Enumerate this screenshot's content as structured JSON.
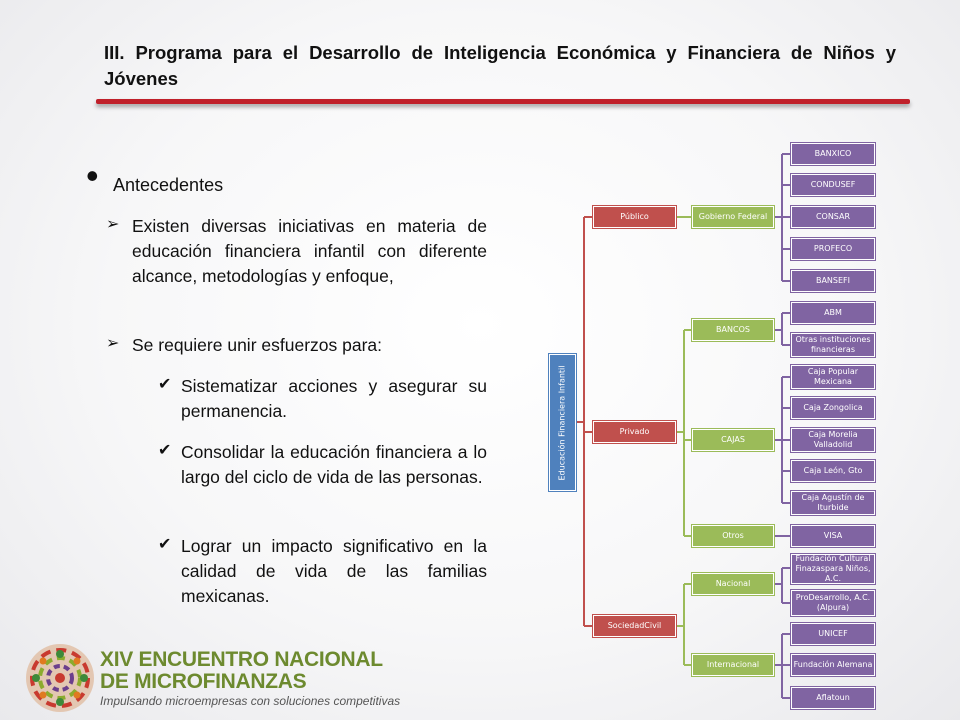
{
  "title": "III. Programa para el Desarrollo de Inteligencia Económica y Financiera de Niños y Jóvenes",
  "section_heading": "Antecedentes",
  "bullets": {
    "b1": "Existen diversas iniciativas en materia de educación financiera infantil con diferente alcance, metodologías y enfoque,",
    "b2": "Se requiere unir esfuerzos para:",
    "c1": "Sistematizar acciones y asegurar su permanencia.",
    "c2": "Consolidar la educación financiera a lo largo del ciclo de vida de las personas.",
    "c3": "Lograr un impacto significativo en la calidad de vida de las familias mexicanas."
  },
  "org": {
    "root": "Educación Financiera Infantil",
    "publico": "Público",
    "privado": "Privado",
    "sociedad": "SociedadCivil",
    "gobierno": "Gobierno Federal",
    "bancos": "BANCOS",
    "cajas": "CAJAS",
    "otros": "Otros",
    "nacional": "Nacional",
    "internacional": "Internacional",
    "banxico": "BANXICO",
    "condusef": "CONDUSEF",
    "consar": "CONSAR",
    "profeco": "PROFECO",
    "bansefi": "BANSEFI",
    "abm": "ABM",
    "otras_inst": "Otras instituciones financieras",
    "caja_popular": "Caja Popular Mexicana",
    "caja_zongolica": "Caja Zongolica",
    "caja_morelia": "Caja Morelia Valladolid",
    "caja_leon": "Caja León, Gto",
    "caja_agustin": "Caja Agustín de Iturbide",
    "visa": "VISA",
    "fundacion_cultural": "Fundación Cultural Finazaspara Niños, A.C.",
    "prodesarrollo": "ProDesarrollo, A.C. (Alpura)",
    "unicef": "UNICEF",
    "fundacion_alemana": "Fundación Alemana",
    "aflatoun": "Aflatoun"
  },
  "logo": {
    "line1": "XIV ENCUENTRO NACIONAL",
    "line2": "DE MICROFINANZAS",
    "tagline": "Impulsando microempresas con soluciones competitivas"
  }
}
